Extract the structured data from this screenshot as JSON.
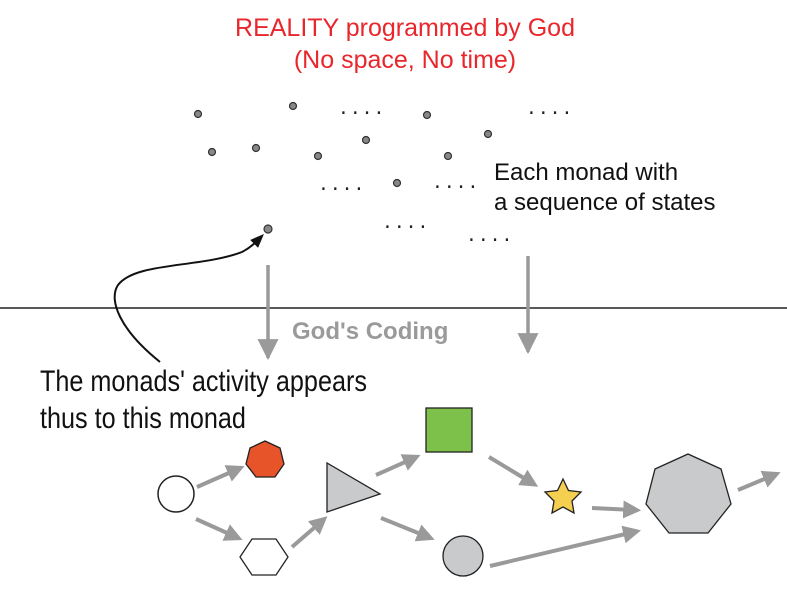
{
  "title": {
    "line1": "REALITY programmed by God",
    "line2": "(No space, No time)"
  },
  "monad_note": {
    "line1": "Each monad with",
    "line2": "a sequence of states"
  },
  "coding_label": "God's Coding",
  "activity_note": {
    "line1": "The monads' activity appears",
    "line2": "thus to this monad"
  },
  "ellipsis": "....",
  "colors": {
    "title": "#e8262c",
    "hexagon_fill": "#e8542a",
    "square_fill": "#7dc14b",
    "star_fill": "#f5cf50",
    "shape_gray": "#c8cacc",
    "arrow_gray": "#9a9a9a"
  }
}
